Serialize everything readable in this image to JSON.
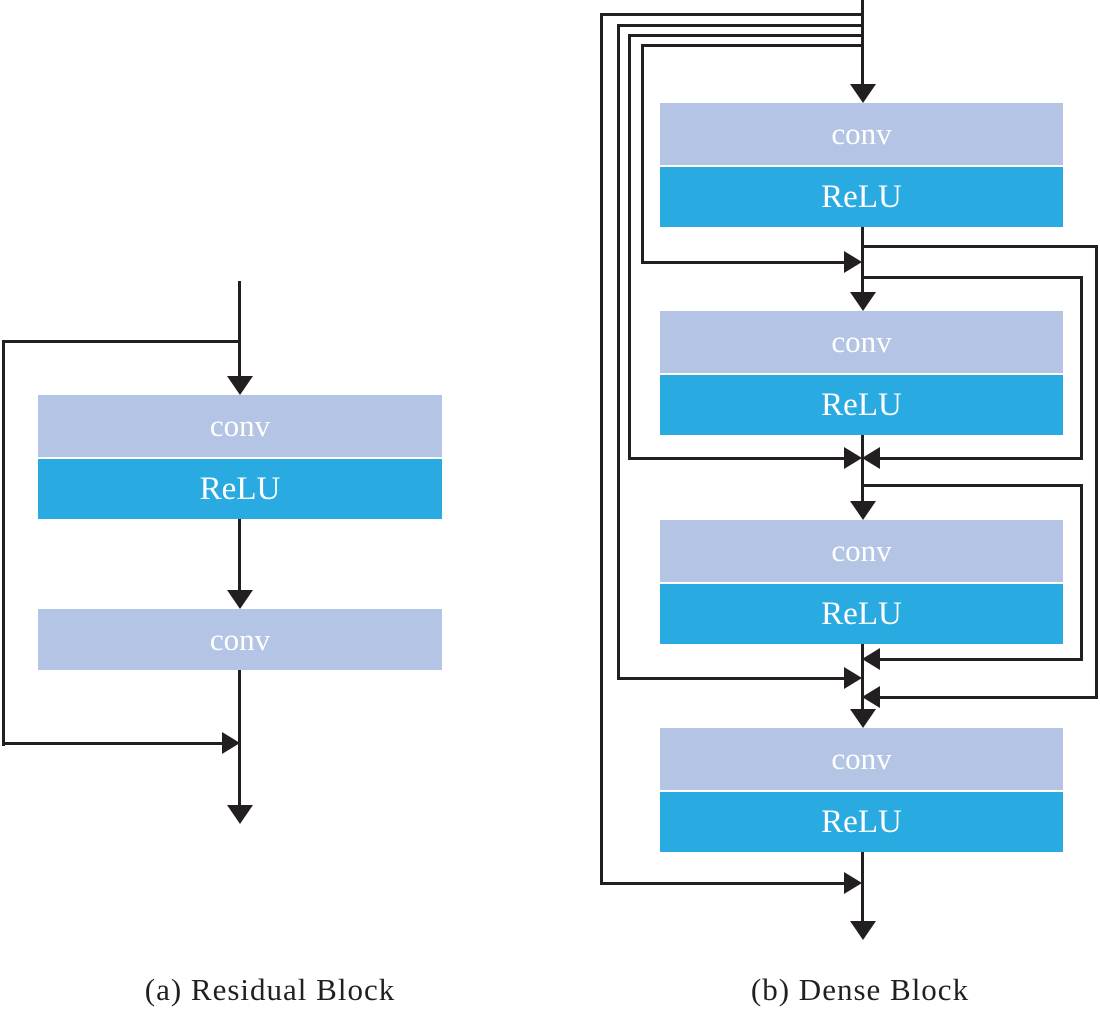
{
  "figure": {
    "diagram_a": {
      "caption": "(a) Residual Block",
      "blocks": [
        {
          "layers": [
            {
              "name": "conv",
              "label": "conv"
            },
            {
              "name": "relu",
              "label": "ReLU"
            }
          ]
        },
        {
          "layers": [
            {
              "name": "conv",
              "label": "conv"
            }
          ]
        }
      ]
    },
    "diagram_b": {
      "caption": "(b) Dense Block",
      "blocks": [
        {
          "layers": [
            {
              "name": "conv",
              "label": "conv"
            },
            {
              "name": "relu",
              "label": "ReLU"
            }
          ]
        },
        {
          "layers": [
            {
              "name": "conv",
              "label": "conv"
            },
            {
              "name": "relu",
              "label": "ReLU"
            }
          ]
        },
        {
          "layers": [
            {
              "name": "conv",
              "label": "conv"
            },
            {
              "name": "relu",
              "label": "ReLU"
            }
          ]
        },
        {
          "layers": [
            {
              "name": "conv",
              "label": "conv"
            },
            {
              "name": "relu",
              "label": "ReLU"
            }
          ]
        }
      ]
    }
  },
  "colors": {
    "conv_fill": "#b4c4e4",
    "relu_fill": "#29abe2",
    "line": "#231f20",
    "label_text": "#ffffff"
  }
}
